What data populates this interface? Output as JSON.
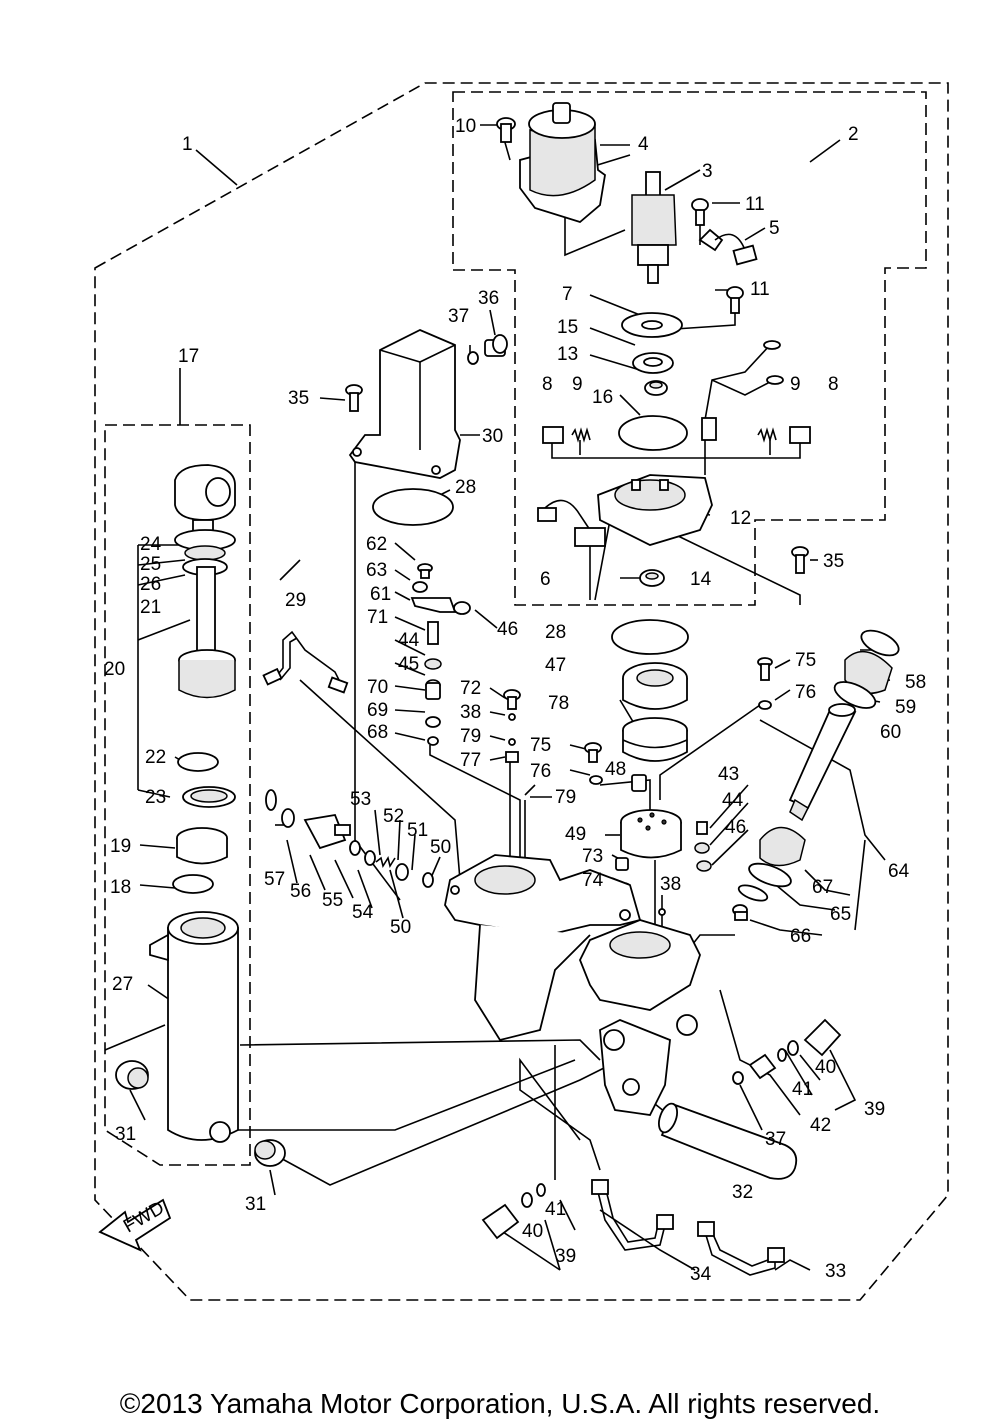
{
  "diagram": {
    "fwd_label": "FWD",
    "part_labels": [
      {
        "id": "l1",
        "text": "1"
      },
      {
        "id": "l2",
        "text": "2"
      },
      {
        "id": "l3",
        "text": "3"
      },
      {
        "id": "l4",
        "text": "4"
      },
      {
        "id": "l5",
        "text": "5"
      },
      {
        "id": "l6",
        "text": "6"
      },
      {
        "id": "l7",
        "text": "7"
      },
      {
        "id": "l8a",
        "text": "8"
      },
      {
        "id": "l8b",
        "text": "8"
      },
      {
        "id": "l9a",
        "text": "9"
      },
      {
        "id": "l9b",
        "text": "9"
      },
      {
        "id": "l10",
        "text": "10"
      },
      {
        "id": "l11a",
        "text": "11"
      },
      {
        "id": "l11b",
        "text": "11"
      },
      {
        "id": "l12",
        "text": "12"
      },
      {
        "id": "l13",
        "text": "13"
      },
      {
        "id": "l14",
        "text": "14"
      },
      {
        "id": "l15",
        "text": "15"
      },
      {
        "id": "l16",
        "text": "16"
      },
      {
        "id": "l17",
        "text": "17"
      },
      {
        "id": "l18",
        "text": "18"
      },
      {
        "id": "l19",
        "text": "19"
      },
      {
        "id": "l20",
        "text": "20"
      },
      {
        "id": "l21",
        "text": "21"
      },
      {
        "id": "l22",
        "text": "22"
      },
      {
        "id": "l23",
        "text": "23"
      },
      {
        "id": "l24",
        "text": "24"
      },
      {
        "id": "l25",
        "text": "25"
      },
      {
        "id": "l26",
        "text": "26"
      },
      {
        "id": "l27",
        "text": "27"
      },
      {
        "id": "l28a",
        "text": "28"
      },
      {
        "id": "l28b",
        "text": "28"
      },
      {
        "id": "l29",
        "text": "29"
      },
      {
        "id": "l30",
        "text": "30"
      },
      {
        "id": "l31a",
        "text": "31"
      },
      {
        "id": "l31b",
        "text": "31"
      },
      {
        "id": "l32",
        "text": "32"
      },
      {
        "id": "l33",
        "text": "33"
      },
      {
        "id": "l34",
        "text": "34"
      },
      {
        "id": "l35a",
        "text": "35"
      },
      {
        "id": "l35b",
        "text": "35"
      },
      {
        "id": "l36",
        "text": "36"
      },
      {
        "id": "l37a",
        "text": "37"
      },
      {
        "id": "l37b",
        "text": "37"
      },
      {
        "id": "l38a",
        "text": "38"
      },
      {
        "id": "l38b",
        "text": "38"
      },
      {
        "id": "l39a",
        "text": "39"
      },
      {
        "id": "l39b",
        "text": "39"
      },
      {
        "id": "l40a",
        "text": "40"
      },
      {
        "id": "l40b",
        "text": "40"
      },
      {
        "id": "l41a",
        "text": "41"
      },
      {
        "id": "l41b",
        "text": "41"
      },
      {
        "id": "l42",
        "text": "42"
      },
      {
        "id": "l43",
        "text": "43"
      },
      {
        "id": "l44a",
        "text": "44"
      },
      {
        "id": "l44b",
        "text": "44"
      },
      {
        "id": "l45",
        "text": "45"
      },
      {
        "id": "l46a",
        "text": "46"
      },
      {
        "id": "l46b",
        "text": "46"
      },
      {
        "id": "l47",
        "text": "47"
      },
      {
        "id": "l48",
        "text": "48"
      },
      {
        "id": "l49",
        "text": "49"
      },
      {
        "id": "l50a",
        "text": "50"
      },
      {
        "id": "l50b",
        "text": "50"
      },
      {
        "id": "l51",
        "text": "51"
      },
      {
        "id": "l52",
        "text": "52"
      },
      {
        "id": "l53",
        "text": "53"
      },
      {
        "id": "l54",
        "text": "54"
      },
      {
        "id": "l55",
        "text": "55"
      },
      {
        "id": "l56",
        "text": "56"
      },
      {
        "id": "l57",
        "text": "57"
      },
      {
        "id": "l58",
        "text": "58"
      },
      {
        "id": "l59",
        "text": "59"
      },
      {
        "id": "l60",
        "text": "60"
      },
      {
        "id": "l61",
        "text": "61"
      },
      {
        "id": "l62",
        "text": "62"
      },
      {
        "id": "l63",
        "text": "63"
      },
      {
        "id": "l64",
        "text": "64"
      },
      {
        "id": "l65",
        "text": "65"
      },
      {
        "id": "l66",
        "text": "66"
      },
      {
        "id": "l67",
        "text": "67"
      },
      {
        "id": "l68",
        "text": "68"
      },
      {
        "id": "l69",
        "text": "69"
      },
      {
        "id": "l70",
        "text": "70"
      },
      {
        "id": "l71",
        "text": "71"
      },
      {
        "id": "l72",
        "text": "72"
      },
      {
        "id": "l73",
        "text": "73"
      },
      {
        "id": "l74",
        "text": "74"
      },
      {
        "id": "l75a",
        "text": "75"
      },
      {
        "id": "l75b",
        "text": "75"
      },
      {
        "id": "l76a",
        "text": "76"
      },
      {
        "id": "l76b",
        "text": "76"
      },
      {
        "id": "l77",
        "text": "77"
      },
      {
        "id": "l78",
        "text": "78"
      },
      {
        "id": "l79a",
        "text": "79"
      },
      {
        "id": "l79b",
        "text": "79"
      }
    ]
  },
  "footer": {
    "copyright": "©2013 Yamaha Motor Corporation, U.S.A. All rights reserved."
  }
}
